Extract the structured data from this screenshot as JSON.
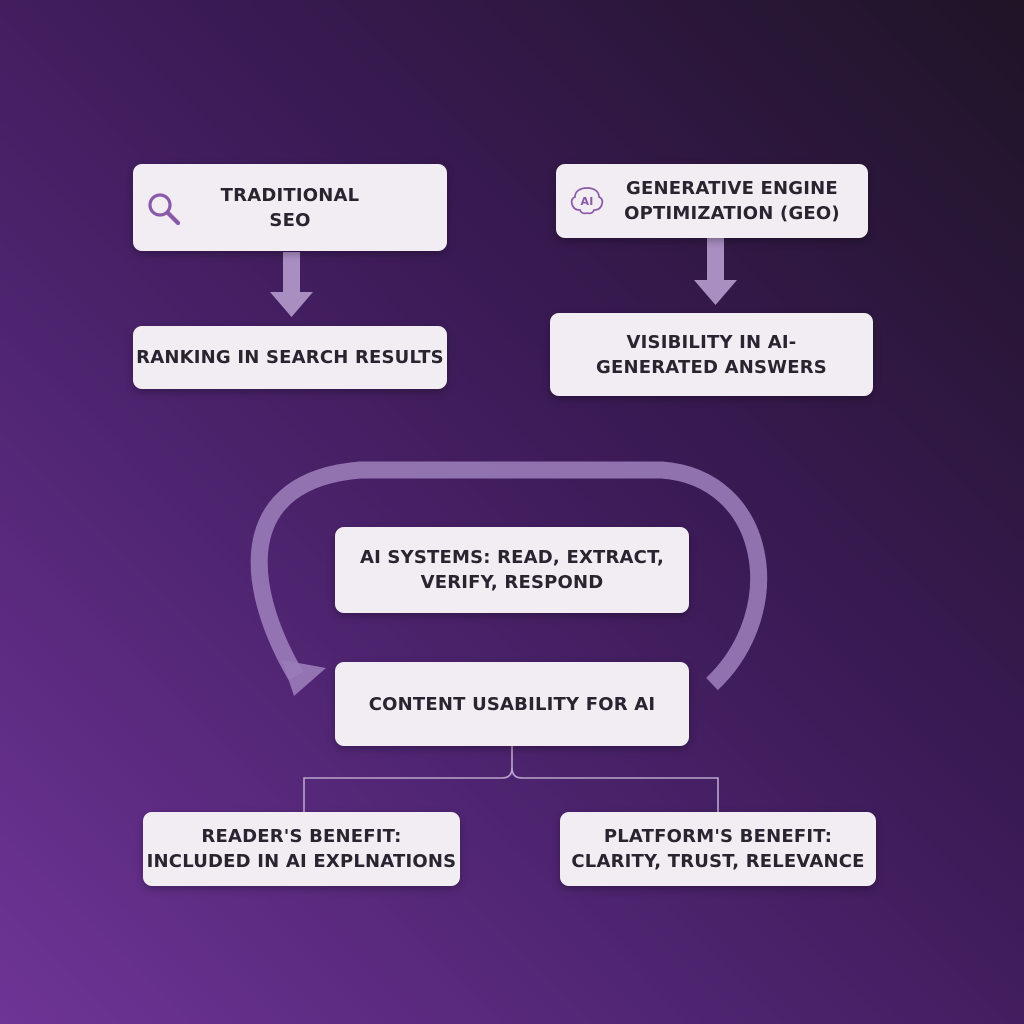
{
  "colors": {
    "box_fill": "#f1edf3",
    "box_text": "#2b2330",
    "arrow": "#a98ec2",
    "cycle_arrow": "#9a7cb8",
    "connector": "#b9a6cc",
    "icon": "#8a5aa8"
  },
  "nodes": {
    "traditional_seo": {
      "label": "TRADITIONAL\nSEO",
      "icon": "search-icon"
    },
    "geo": {
      "label": "GENERATIVE ENGINE\nOPTIMIZATION (GEO)",
      "icon": "ai-icon",
      "icon_text": "AI"
    },
    "ranking": {
      "label": "RANKING IN SEARCH RESULTS"
    },
    "visibility": {
      "label": "VISIBILITY IN AI-\nGENERATED ANSWERS"
    },
    "ai_systems": {
      "label": "AI SYSTEMS: READ, EXTRACT,\nVERIFY, RESPOND"
    },
    "content_usability": {
      "label": "CONTENT USABILITY FOR AI"
    },
    "reader_benefit": {
      "label": "READER'S BENEFIT:\nINCLUDED IN AI EXPLNATIONS"
    },
    "platform_benefit": {
      "label": "PLATFORM'S BENEFIT:\nCLARITY, TRUST, RELEVANCE"
    }
  },
  "edges": [
    {
      "from": "traditional_seo",
      "to": "ranking",
      "style": "block-arrow"
    },
    {
      "from": "geo",
      "to": "visibility",
      "style": "block-arrow"
    },
    {
      "from": "ai_systems",
      "to": "content_usability",
      "style": "cycle"
    },
    {
      "from": "content_usability",
      "to": "reader_benefit",
      "style": "branch-line"
    },
    {
      "from": "content_usability",
      "to": "platform_benefit",
      "style": "branch-line"
    }
  ]
}
